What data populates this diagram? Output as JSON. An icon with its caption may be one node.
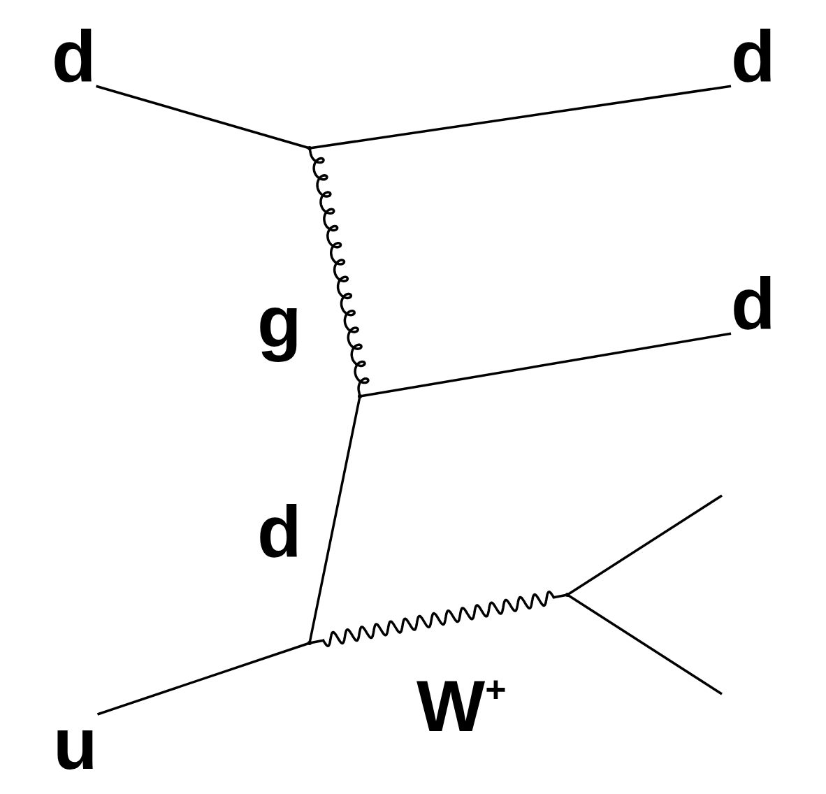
{
  "diagram": {
    "nodes": [
      {
        "text": [
          "d"
        ]
      },
      {
        "text": [
          "d"
        ]
      },
      {
        "text": [
          "d"
        ]
      },
      {
        "text": [
          "u"
        ]
      },
      {
        "text": [],
        "shape": "dot"
      },
      {
        "text": [],
        "shape": "dot"
      },
      {
        "text": [],
        "shape": "dot"
      },
      {
        "text": [],
        "shape": "dot"
      }
    ],
    "edges": [
      {
        "from": 0,
        "to": 4,
        "arrow": "none"
      },
      {
        "from": 4,
        "to": 1,
        "arrow": "none"
      },
      {
        "from": 4,
        "to": 5,
        "arrow": "none",
        "label": "g"
      },
      {
        "from": 5,
        "to": 2,
        "arrow": "none"
      },
      {
        "from": 5,
        "to": 6,
        "arrow": "none",
        "label": "d"
      },
      {
        "from": 3,
        "to": 6,
        "arrow": "none"
      },
      {
        "from": 6,
        "to": 7,
        "arrow": "none",
        "label": "W$^{+}$"
      },
      {
        "from": 7,
        "to": null,
        "arrow": "none"
      },
      {
        "from": 7,
        "to": null,
        "arrow": "none"
      }
    ]
  }
}
